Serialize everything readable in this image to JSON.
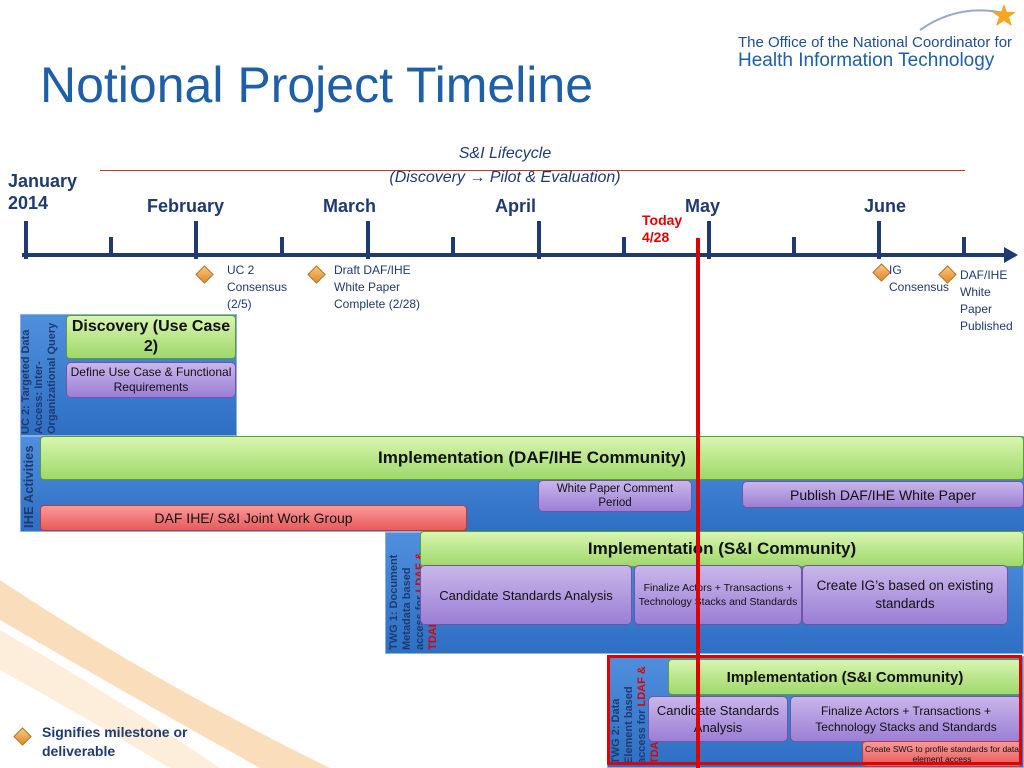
{
  "header": {
    "title": "Notional Project Timeline",
    "org_line1": "The Office of the National Coordinator for",
    "org_line2": "Health Information Technology"
  },
  "lifecycle": {
    "line1": "S&I Lifecycle",
    "line2": "(Discovery → Pilot & Evaluation)"
  },
  "timeline": {
    "months": [
      "January 2014",
      "February",
      "March",
      "April",
      "May",
      "June"
    ],
    "today_line1": "Today",
    "today_line2": "4/28"
  },
  "milestones": [
    {
      "label": "UC 2 Consensus (2/5)"
    },
    {
      "label": "Draft DAF/IHE White Paper Complete (2/28)"
    },
    {
      "label": "IG Consensus"
    },
    {
      "label": "DAF/IHE White Paper Published"
    }
  ],
  "uc2": {
    "side_label": "UC 2: Targeted Data Access: Inter-Organizational Query",
    "discovery": "Discovery (Use Case 2)",
    "define": "Define Use Case & Functional  Requirements"
  },
  "ihe": {
    "side_label": "IHE Activities",
    "implementation": "Implementation (DAF/IHE Community)",
    "comment": "White Paper Comment Period",
    "publish": "Publish DAF/IHE White Paper",
    "jwg": "DAF IHE/ S&I Joint Work Group"
  },
  "twg1": {
    "side_prefix": "TWG 1: Document Metadata based access for ",
    "side_red": "LDAF & TDAF",
    "implementation": "Implementation (S&I Community)",
    "candidate": "Candidate Standards Analysis",
    "finalize": "Finalize Actors + Transactions + Technology Stacks and Standards",
    "create_ig": "Create IG’s based on existing standards"
  },
  "twg2": {
    "side_prefix": "TWG 2: Data Element based access for ",
    "side_red": "LDAF & TDAF",
    "implementation": "Implementation (S&I Community)",
    "candidate": "Candidate Standards Analysis",
    "finalize": "Finalize Actors + Transactions + Technology Stacks and Standards",
    "create_swg": "Create SWG to profile standards for data element access"
  },
  "legend": {
    "text": "Signifies milestone or deliverable"
  },
  "colors": {
    "title_blue": "#1f5ea8",
    "today_red": "#e00000",
    "bar_blue": "#2f6fc4",
    "green": "#9fd86a",
    "purple": "#9b7fd6",
    "pink": "#e85a5a"
  }
}
